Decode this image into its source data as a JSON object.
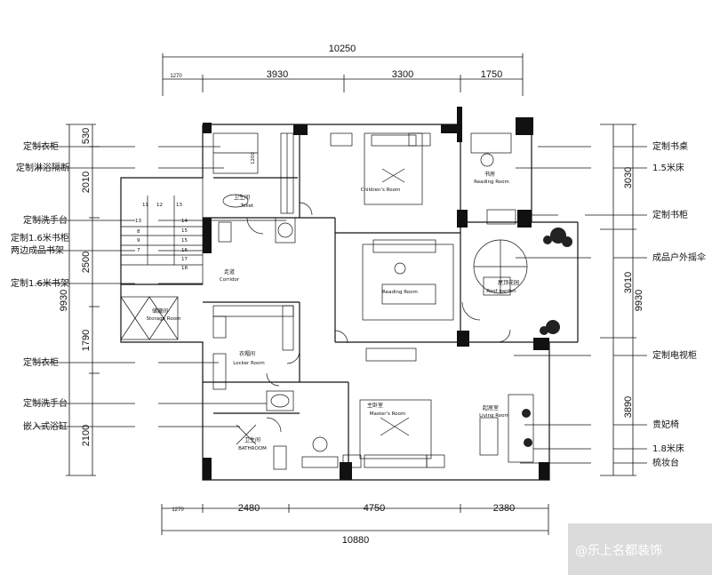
{
  "dimensions": {
    "top_total": "10250",
    "top_segments": [
      "1270",
      "3930",
      "3300",
      "1750"
    ],
    "bottom_total": "10880",
    "bottom_segments": [
      "1270",
      "2480",
      "4750",
      "2380"
    ],
    "left_total": "9930",
    "left_segments": [
      "530",
      "2010",
      "2500",
      "1790",
      "2100"
    ],
    "right_total": "9930",
    "right_segments": [
      "3030",
      "3010",
      "3890"
    ]
  },
  "annotations_left": [
    "定制衣柜",
    "定制淋浴隔断",
    "定制洗手台",
    "定制1.6米书柜",
    "两边成品书架",
    "定制1.6米书架",
    "定制衣柜",
    "定制洗手台",
    "嵌入式浴缸"
  ],
  "annotations_right": [
    "定制书桌",
    "1.5米床",
    "定制书柜",
    "成品户外摇伞",
    "定制电视柜",
    "贵妃椅",
    "1.8米床",
    "梳妆台"
  ],
  "rooms": {
    "toilet": {
      "zh": "卫生间",
      "en": "Toilet"
    },
    "children": {
      "en": "Children's Room"
    },
    "reading_a": {
      "zh": "书房",
      "en": "Reading Room"
    },
    "reading_b": {
      "en": "Reading Room"
    },
    "corridor": {
      "zh": "走道",
      "en": "Corridor"
    },
    "storage": {
      "zh": "储藏间",
      "en": "Storage Room"
    },
    "roof_garden": {
      "zh": "屋顶花园",
      "en": "Roof garden"
    },
    "locker": {
      "zh": "衣帽间",
      "en": "Locker Room"
    },
    "master": {
      "zh": "主卧室",
      "en": "Master's Room"
    },
    "living": {
      "zh": "起居室",
      "en": "Living Room"
    },
    "bathroom": {
      "zh": "卫生间",
      "en": "BATHROOM"
    }
  },
  "stair_labels": [
    "11",
    "12",
    "13",
    "13",
    "14",
    "15",
    "15",
    "16",
    "17",
    "18",
    "8",
    "9",
    "7"
  ],
  "shower_dim": "1200",
  "watermark": "@乐上名都装饰"
}
